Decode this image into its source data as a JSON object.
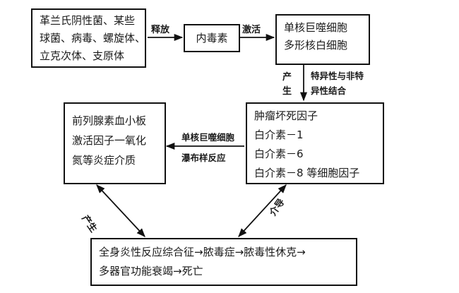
{
  "nodes": {
    "bacteria": [
      "革兰氏阴性菌、某些",
      "球菌、病毒、螺旋体、",
      "立克次体、支原体"
    ],
    "endotoxin": "内毒素",
    "cells": [
      "单核巨噬细胞",
      "多形核白细胞"
    ],
    "cytokines": [
      "肿瘤坏死因子",
      "白介素－1",
      "白介素－6",
      "白介素－8 等细胞因子"
    ],
    "mediators": [
      "前列腺素血小板",
      "激活因子一氧化",
      "氮等炎症介质"
    ],
    "outcome": [
      "全身炎性反应综合征→脓毒症→脓毒性休克→",
      "多器官功能衰竭→死亡"
    ]
  },
  "labels": {
    "release": "释放",
    "activate": "激活",
    "produce_vertical": [
      "产",
      "生"
    ],
    "binding": [
      "特异性与非特",
      "异性结合"
    ],
    "cascade": [
      "单核巨噬细胞",
      "瀑布样反应"
    ],
    "produce_diag": "产生",
    "mediate_diag": "介导"
  }
}
